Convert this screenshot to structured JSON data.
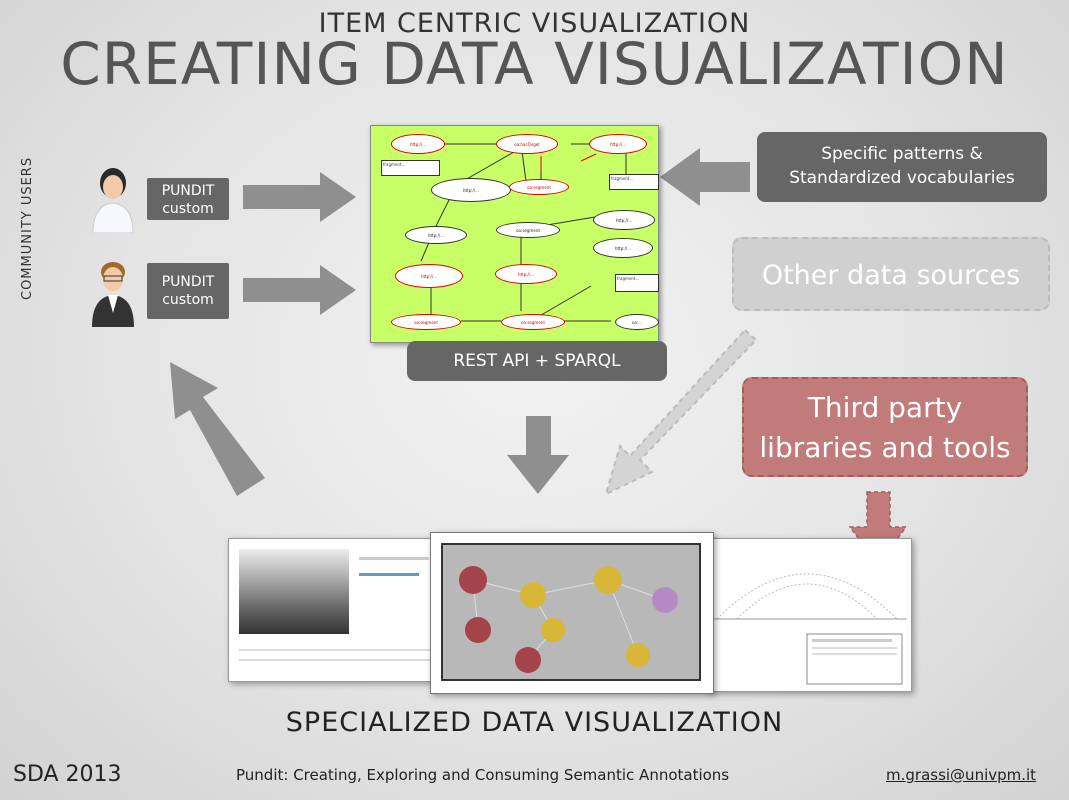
{
  "header": {
    "subtitle": "ITEM CENTRIC VISUALIZATION",
    "title": "CREATING DATA VISUALIZATION"
  },
  "side_label": "COMMUNITY USERS",
  "pundit_boxes": [
    {
      "line1": "PUNDIT",
      "line2": "custom"
    },
    {
      "line1": "PUNDIT",
      "line2": "custom"
    }
  ],
  "api_label": "REST API + SPARQL",
  "patterns_box": {
    "line1": "Specific patterns &",
    "line2": "Standardized vocabularies"
  },
  "other_sources": "Other data sources",
  "third_party": {
    "line1": "Third party",
    "line2": "libraries and tools"
  },
  "bottom_label": "SPECIALIZED DATA VISUALIZATION",
  "footer": {
    "left": "SDA 2013",
    "center": "Pundit: Creating, Exploring and Consuming Semantic Annotations",
    "right": "m.grassi@univpm.it"
  },
  "colors": {
    "graph_bg": "#c8ff66",
    "gray_box": "#666666",
    "third_party_bg": "#c27b7b",
    "arrow": "#8f8f8f"
  }
}
